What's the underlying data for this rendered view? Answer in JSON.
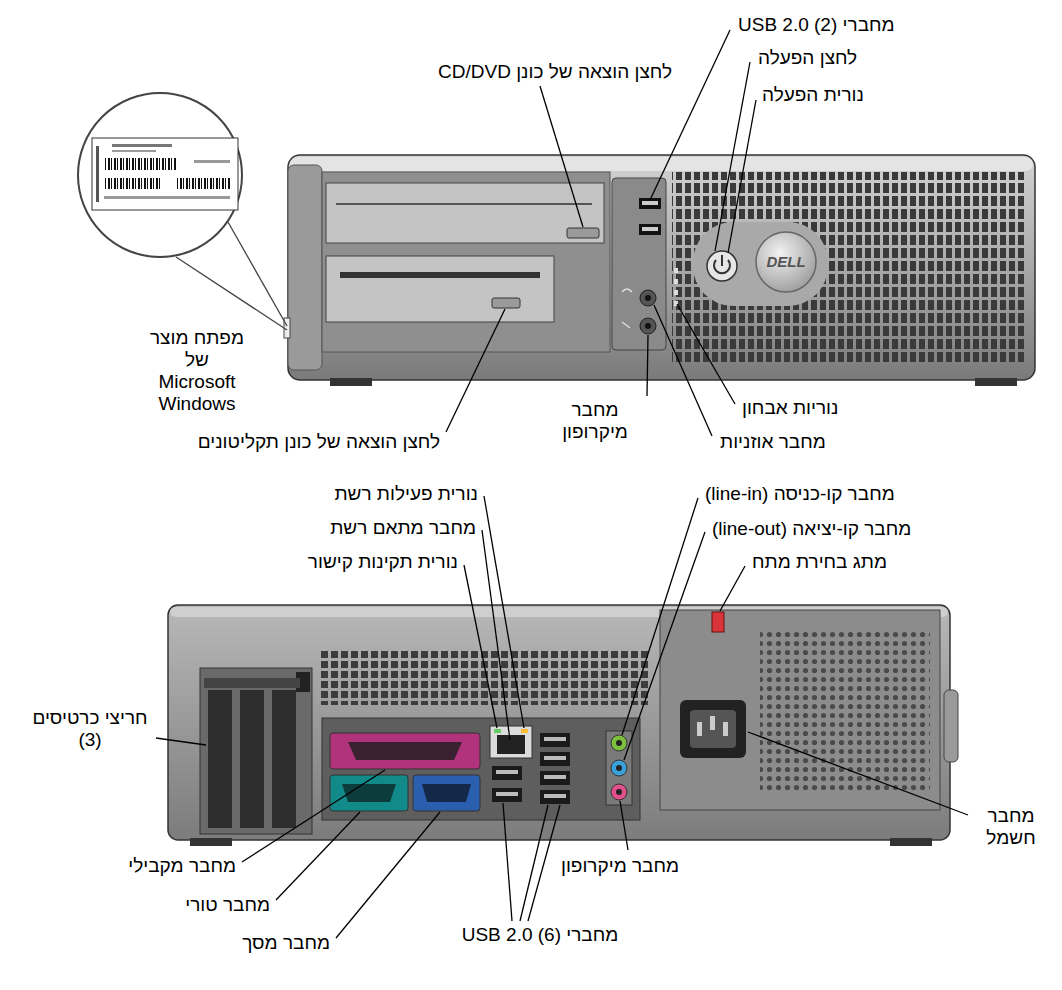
{
  "diagram": {
    "labels": [
      "מחברי USB 2.0 (2)",
      "לחצן הוצאה של כונן CD/DVD",
      "לחצן הפעלה",
      "נורית הפעלה",
      "DELL",
      "מפתח מוצר של Microsoft Windows",
      "נוריות אבחון",
      "לחצן הוצאה של כונן תקליטונים",
      "מחבר מיקרופון",
      "מחבר אוזניות",
      "נורית פעילות רשת",
      "מחבר מתאם רשת",
      "נורית תקינות קישור",
      "מחבר קו-כניסה (line-in)",
      "מחבר קו-יציאה (line-out)",
      "מתג בחירת מתח",
      "חריצי כרטיסים (3)",
      "מחבר חשמל",
      "מחבר מקבילי",
      "מחבר טורי",
      "מחבר מסך",
      "מחבר מיקרופון",
      "מחברי USB 2.0 (6)"
    ]
  }
}
